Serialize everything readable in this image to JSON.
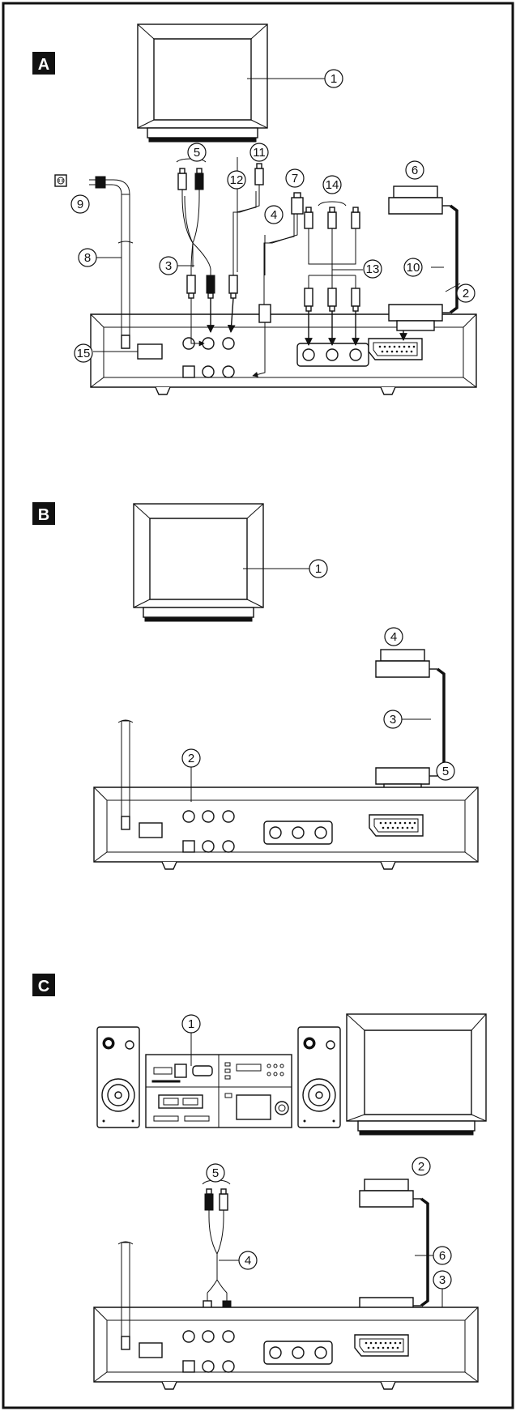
{
  "sections": {
    "a": {
      "label": "A",
      "callouts": [
        "1",
        "2",
        "3",
        "4",
        "5",
        "6",
        "7",
        "8",
        "9",
        "10",
        "11",
        "12",
        "13",
        "14",
        "15"
      ]
    },
    "b": {
      "label": "B",
      "callouts": [
        "1",
        "2",
        "3",
        "4",
        "5"
      ]
    },
    "c": {
      "label": "C",
      "callouts": [
        "1",
        "2",
        "3",
        "4",
        "5",
        "6"
      ]
    }
  },
  "icons": {
    "wall-socket": "power-outlet-icon"
  }
}
